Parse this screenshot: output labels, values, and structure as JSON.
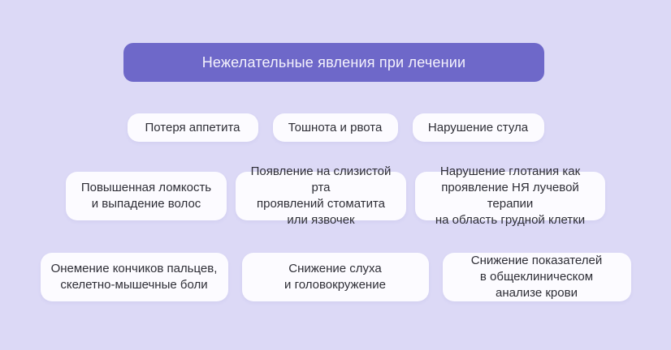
{
  "colors": {
    "background": "#dcd9f6",
    "title_box_bg": "#6e68c9",
    "title_text": "#f4f2fc",
    "card_bg": "#fcfbff",
    "card_text": "#2e2e36"
  },
  "diagram": {
    "title": "Нежелательные явления при лечении",
    "rows": [
      {
        "cards": [
          {
            "label": "Потеря аппетита"
          },
          {
            "label": "Тошнота и рвота"
          },
          {
            "label": "Нарушение стула"
          }
        ]
      },
      {
        "cards": [
          {
            "label": "Повышенная ломкость\nи выпадение волос"
          },
          {
            "label": "Появление на слизистой рта\nпроявлений стоматита\nили язвочек"
          },
          {
            "label": "Нарушение глотания как\nпроявление НЯ лучевой терапии\nна область грудной клетки"
          }
        ]
      },
      {
        "cards": [
          {
            "label": "Онемение кончиков пальцев,\nскелетно-мышечные боли"
          },
          {
            "label": "Снижение слуха\nи головокружение"
          },
          {
            "label": "Снижение показателей\nв общеклиническом\nанализе крови"
          }
        ]
      }
    ]
  }
}
